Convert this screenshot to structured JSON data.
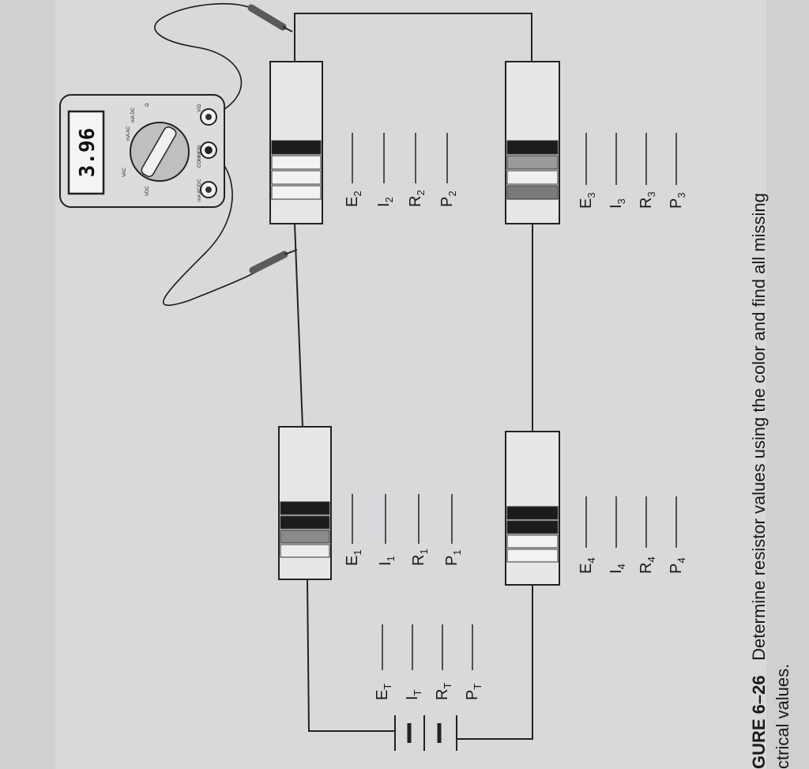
{
  "meter": {
    "display": "3.96",
    "switch_labels": [
      "VDC",
      "VAC",
      "mA AC",
      "mA DC",
      "Ω",
      "V/Ω",
      "mA AC/DC",
      "COMMON"
    ]
  },
  "resistors": {
    "r1": {
      "bands": [
        "#1c1c1c",
        "#1c1c1c",
        "#8a8a8a",
        "#ececec"
      ],
      "labels": [
        "E",
        "I",
        "R",
        "P"
      ],
      "subscript": "1"
    },
    "r2": {
      "bands": [
        "#1c1c1c",
        "#f2f2f2",
        "#f2f2f2",
        "#f2f2f2"
      ],
      "labels": [
        "E",
        "I",
        "R",
        "P"
      ],
      "subscript": "2"
    },
    "r3": {
      "bands": [
        "#1c1c1c",
        "#9a9a9a",
        "#f0f0f0",
        "#7a7a7a"
      ],
      "labels": [
        "E",
        "I",
        "R",
        "P"
      ],
      "subscript": "3"
    },
    "r4": {
      "bands": [
        "#1c1c1c",
        "#1c1c1c",
        "#f2f2f2",
        "#f2f2f2"
      ],
      "labels": [
        "E",
        "I",
        "R",
        "P"
      ],
      "subscript": "4"
    }
  },
  "totals": {
    "labels": [
      "E",
      "I",
      "R",
      "P"
    ],
    "subscript": "T"
  },
  "caption": {
    "figure": "GURE 6–26",
    "text": "Determine resistor values using the color and find all missing",
    "text2": "ctrical values."
  }
}
